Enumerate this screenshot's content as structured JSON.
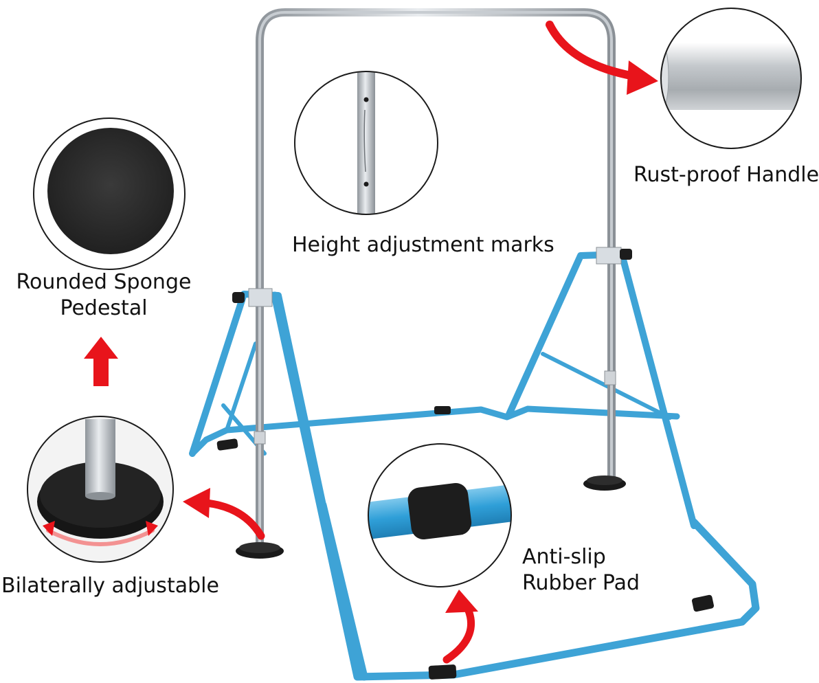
{
  "callouts": {
    "rust_proof": "Rust-proof Handle",
    "height_marks": "Height adjustment marks",
    "sponge_line1": "Rounded Sponge",
    "sponge_line2": "Pedestal",
    "bilateral": "Bilaterally adjustable",
    "antislip_line1": "Anti-slip",
    "antislip_line2": "Rubber Pad"
  },
  "colors": {
    "frame_blue": "#3ea3d6",
    "steel": "#b9bec4",
    "arrow_red": "#e8141b",
    "rubber": "#1b1b1b"
  }
}
